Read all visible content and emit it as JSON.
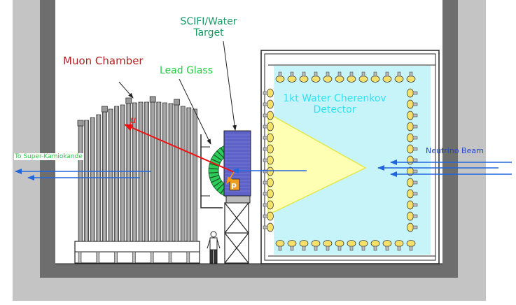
{
  "labels": {
    "muon_chamber": "Muon Chamber",
    "lead_glass": "Lead Glass",
    "target_line1": "SCIFI/Water",
    "target_line2": "Target",
    "detector_line1": "1kt Water Cherenkov",
    "detector_line2": "Detector",
    "neutrino_beam": "Neutrino Beam",
    "super_k": "To Super-Kamiokande",
    "muon_symbol": "μ",
    "proton_symbol": "p"
  },
  "colors": {
    "muon_chamber_label": "#b22222",
    "lead_glass_label": "#22cc44",
    "target_label": "#1a9966",
    "detector_label": "#33e0f0",
    "neutrino_beam_label": "#2244cc",
    "super_k_label": "#22cc44",
    "muon_track": "#ee1111",
    "proton_track": "#ff9900",
    "beam_arrow": "#2266dd",
    "water": "#c6f4f8",
    "cherenkov_cone": "#ffffb4",
    "cone_edge": "#e6e645",
    "lead_glass_block": "#2fcc5a",
    "target_block": "#5e62c8",
    "wall": "#6e6e6e",
    "ground": "#c4c4c4"
  }
}
